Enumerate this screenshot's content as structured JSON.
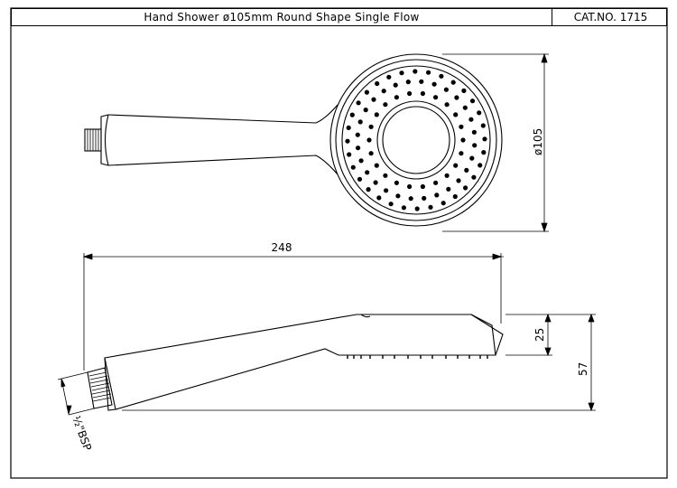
{
  "header": {
    "title": "Hand Shower ø105mm Round Shape Single Flow",
    "cat_no": "CAT.NO. 1715"
  },
  "dimensions": {
    "diameter": "ø105",
    "length": "248",
    "head_thickness": "25",
    "overall_height": "57",
    "thread": "½\"BSP"
  },
  "colors": {
    "line": "#000000",
    "background": "#ffffff"
  }
}
